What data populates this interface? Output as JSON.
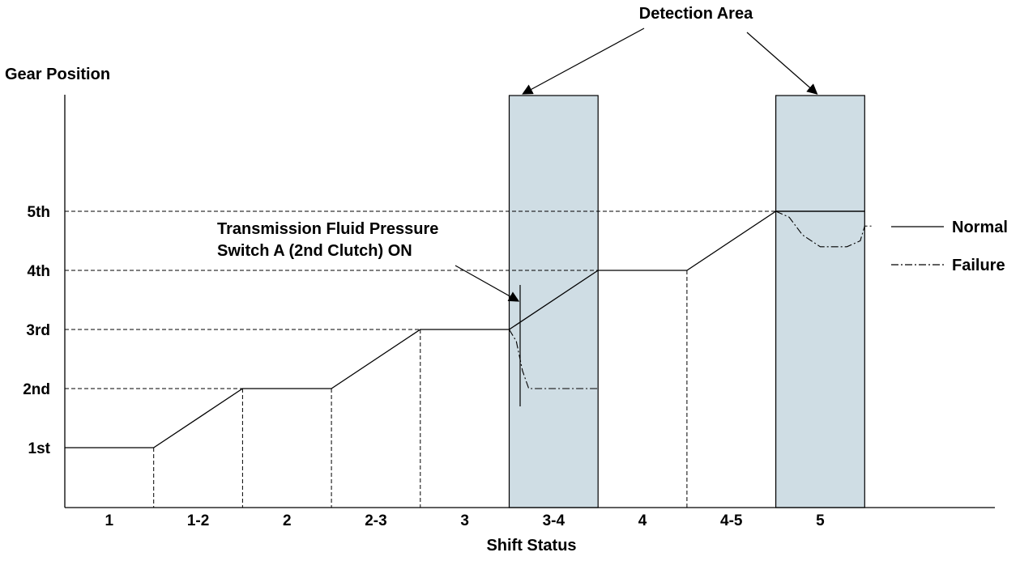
{
  "chart_data": {
    "type": "line",
    "title": "",
    "ylabel": "Gear Position",
    "xlabel": "Shift Status",
    "categories": [
      "1",
      "1-2",
      "2",
      "2-3",
      "3",
      "3-4",
      "4",
      "4-5",
      "5"
    ],
    "y_levels": [
      "1st",
      "2nd",
      "3rd",
      "4th",
      "5th"
    ],
    "series": [
      {
        "name": "Normal",
        "style": "solid",
        "points": [
          [
            0,
            1
          ],
          [
            1,
            1
          ],
          [
            2,
            2
          ],
          [
            3,
            2
          ],
          [
            4,
            3
          ],
          [
            5,
            3
          ],
          [
            6,
            4
          ],
          [
            7,
            4
          ],
          [
            8,
            5
          ],
          [
            9,
            5
          ]
        ]
      },
      {
        "name": "Failure",
        "style": "dash-dot",
        "segments": [
          [
            [
              5,
              3
            ],
            [
              5.08,
              2.8
            ],
            [
              5.15,
              2.3
            ],
            [
              5.22,
              2.0
            ],
            [
              6,
              2.0
            ]
          ],
          [
            [
              8,
              5
            ],
            [
              8.15,
              4.9
            ],
            [
              8.3,
              4.6
            ],
            [
              8.5,
              4.4
            ],
            [
              8.8,
              4.4
            ],
            [
              8.95,
              4.5
            ],
            [
              9.0,
              4.75
            ],
            [
              9.1,
              4.75
            ]
          ]
        ]
      }
    ],
    "detection_areas": [
      {
        "from": 5,
        "to": 6
      },
      {
        "from": 8,
        "to": 9
      }
    ],
    "annotations": {
      "detection_area": "Detection Area",
      "switch_line1": "Transmission Fluid Pressure",
      "switch_line2": "Switch A (2nd Clutch) ON"
    },
    "legend": {
      "position": "right",
      "items": [
        {
          "label": "Normal",
          "style": "solid"
        },
        {
          "label": "Failure",
          "style": "dash-dot"
        }
      ]
    },
    "colors": {
      "detection_fill": "#cfdde4",
      "line": "#000000"
    }
  }
}
